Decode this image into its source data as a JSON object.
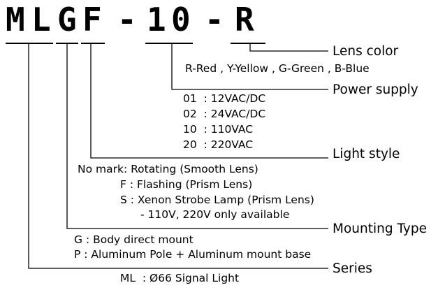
{
  "code_parts": [
    "M",
    "L",
    "G",
    "F",
    "-",
    "1",
    "0",
    "-",
    "R"
  ],
  "sections": {
    "lens_color": {
      "title": "Lens color",
      "options": [
        "R-Red , Y-Yellow , G-Green , B-Blue"
      ]
    },
    "power_supply": {
      "title": "Power supply",
      "options": [
        "01  : 12VAC/DC",
        "02  : 24VAC/DC",
        "10  : 110VAC",
        "20  : 220VAC"
      ]
    },
    "light_style": {
      "title": "Light style",
      "options": [
        "No mark: Rotating (Smooth Lens)",
        "F : Flashing (Prism Lens)",
        "S : Xenon Strobe Lamp (Prism Lens)",
        "- 110V, 220V only available"
      ]
    },
    "mounting_type": {
      "title": "Mounting Type",
      "options": [
        "G : Body direct mount",
        "P : Aluminum Pole + Aluminum mount base"
      ]
    },
    "series": {
      "title": "Series",
      "options": [
        "ML  : Ø66 Signal Light"
      ]
    }
  },
  "colors": {
    "ink": "#000000",
    "background": "#ffffff"
  }
}
